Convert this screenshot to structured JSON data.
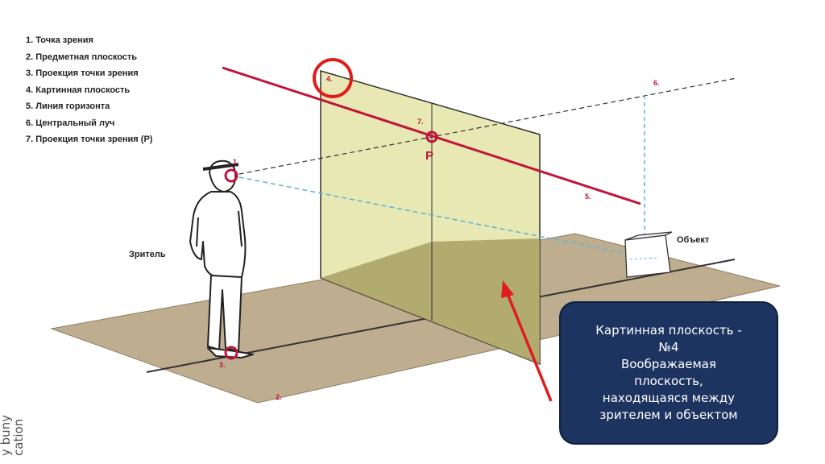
{
  "legend": [
    "1. Точка зрения",
    "2. Предметная плоскость",
    "3. Проекция точки зрения",
    "4. Картинная плоскость",
    "5. Линия горизонта",
    "6. Центральный луч",
    "7. Проекция точки зрения (P)"
  ],
  "labels": {
    "viewer": "Зритель",
    "object": "Объект",
    "p": "P",
    "n1": "1.",
    "n2": "2.",
    "n3": "3.",
    "n4": "4.",
    "n5": "5.",
    "n6": "6.",
    "n7": "7."
  },
  "callout": {
    "line1": "Картинная плоскость -",
    "line2": "№4",
    "line3": "Воображаемая",
    "line4": "плоскость,",
    "line5": "находящаяся между",
    "line6": "зрителем и объектом"
  },
  "side_text": {
    "line1": "y buny",
    "line2": "cation"
  },
  "colors": {
    "ground": "#bfad8f",
    "picture_plane": "#e7e8b4",
    "horizon_line": "#c0153a",
    "dashed_ray": "#5ab4d6",
    "callout_bg": "#1d3461",
    "arrow": "#e01d1d"
  }
}
